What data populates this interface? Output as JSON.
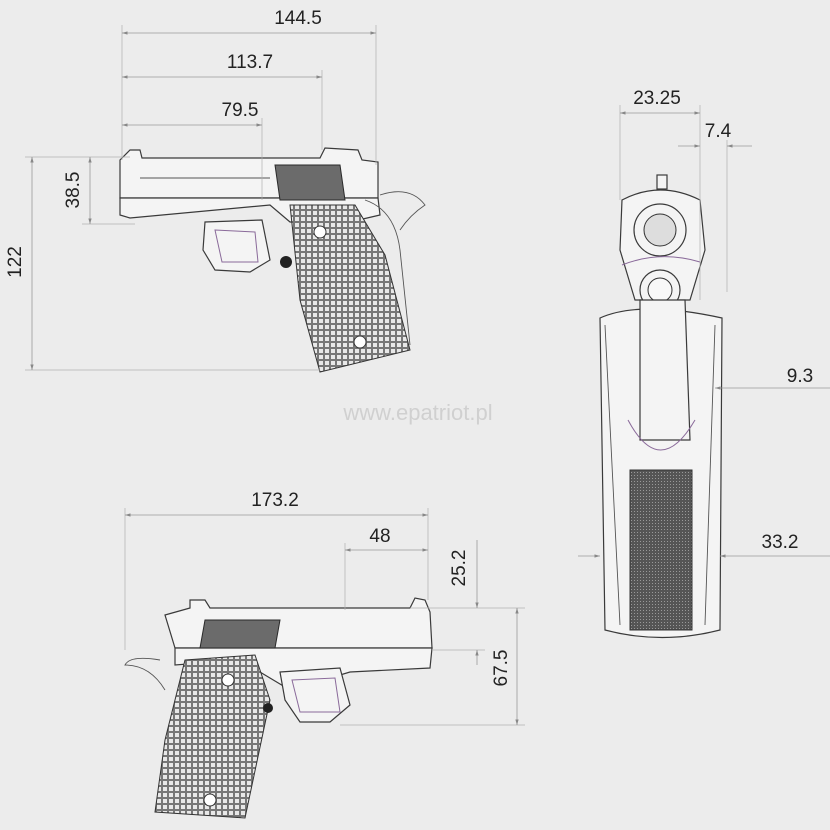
{
  "watermark": "www.epatriot.pl",
  "dimensions": {
    "side_top": {
      "overall_length": "144.5",
      "length_2": "113.7",
      "length_3": "79.5",
      "slide_height": "38.5",
      "overall_height": "122"
    },
    "front": {
      "width": "23.25",
      "sight_offset": "7.4",
      "offset_2": "9.3",
      "grip_width": "33.2"
    },
    "side_bottom": {
      "overall_length": "173.2",
      "length_2": "48",
      "height_1": "25.2",
      "height_2": "67.5"
    }
  }
}
